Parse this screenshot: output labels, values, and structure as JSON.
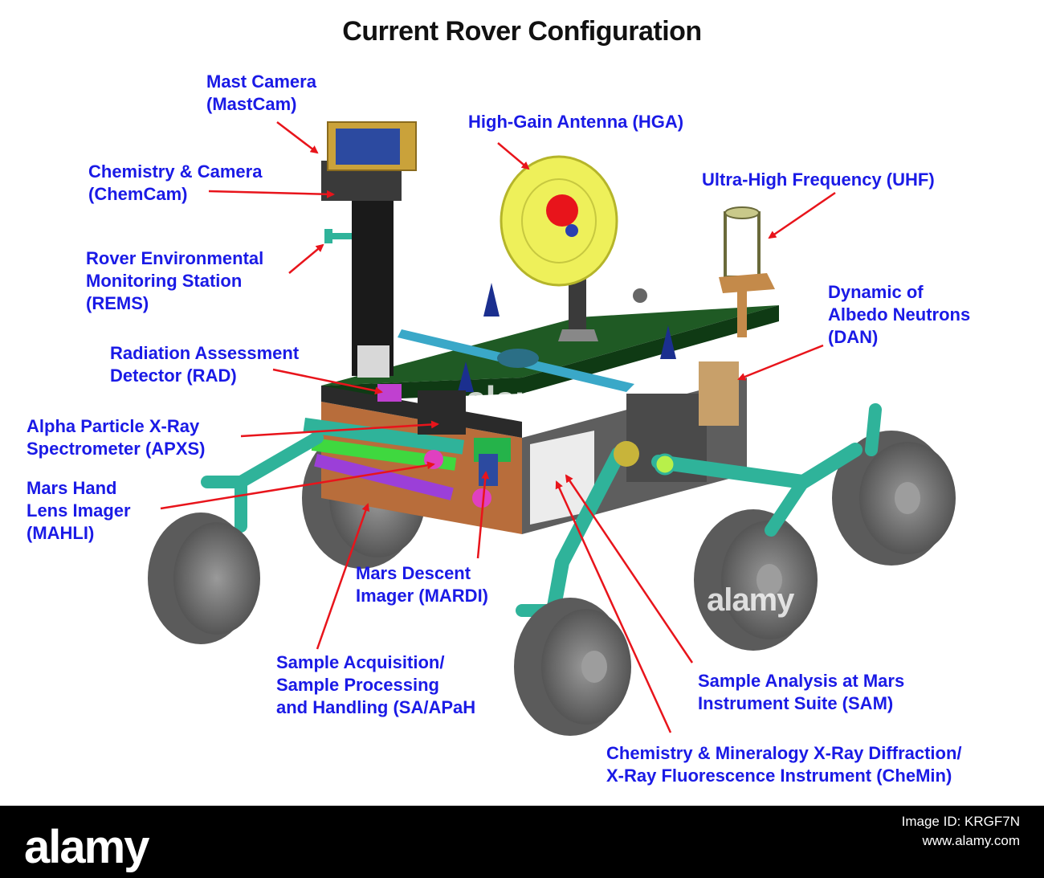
{
  "title": "Current Rover Configuration",
  "labels": {
    "mastcam": "Mast Camera\n(MastCam)",
    "hga": "High-Gain Antenna (HGA)",
    "chemcam": "Chemistry & Camera\n(ChemCam)",
    "uhf": "Ultra-High Frequency (UHF)",
    "rems": "Rover Environmental\nMonitoring Station\n(REMS)",
    "dan": "Dynamic of\nAlbedo Neutrons\n(DAN)",
    "rad": "Radiation Assessment\nDetector (RAD)",
    "apxs": "Alpha Particle X-Ray\nSpectrometer (APXS)",
    "mahli": "Mars Hand\nLens Imager\n(MAHLI)",
    "mardi": "Mars Descent\nImager (MARDI)",
    "saspah": "Sample Acquisition/\nSample Processing\nand Handling (SA/APaH",
    "sam": "Sample Analysis at Mars\nInstrument Suite (SAM)",
    "chemin": "Chemistry & Mineralogy X-Ray Diffraction/\nX-Ray Fluorescence Instrument (CheMin)"
  },
  "watermark": {
    "center": "alamy",
    "lower": "alamy",
    "footer_logo": "alamy",
    "image_id_line1": "Image ID: KRGF7N",
    "image_id_line2": "www.alamy.com"
  },
  "colors": {
    "label_text": "#1a1ae6",
    "arrow": "#e8141b",
    "rover_deck": "#1f5a24",
    "suspension": "#2fb39a",
    "wheel": "#7d7d7d",
    "antenna_dish": "#eef05a",
    "chassis": "#b86d3b"
  }
}
